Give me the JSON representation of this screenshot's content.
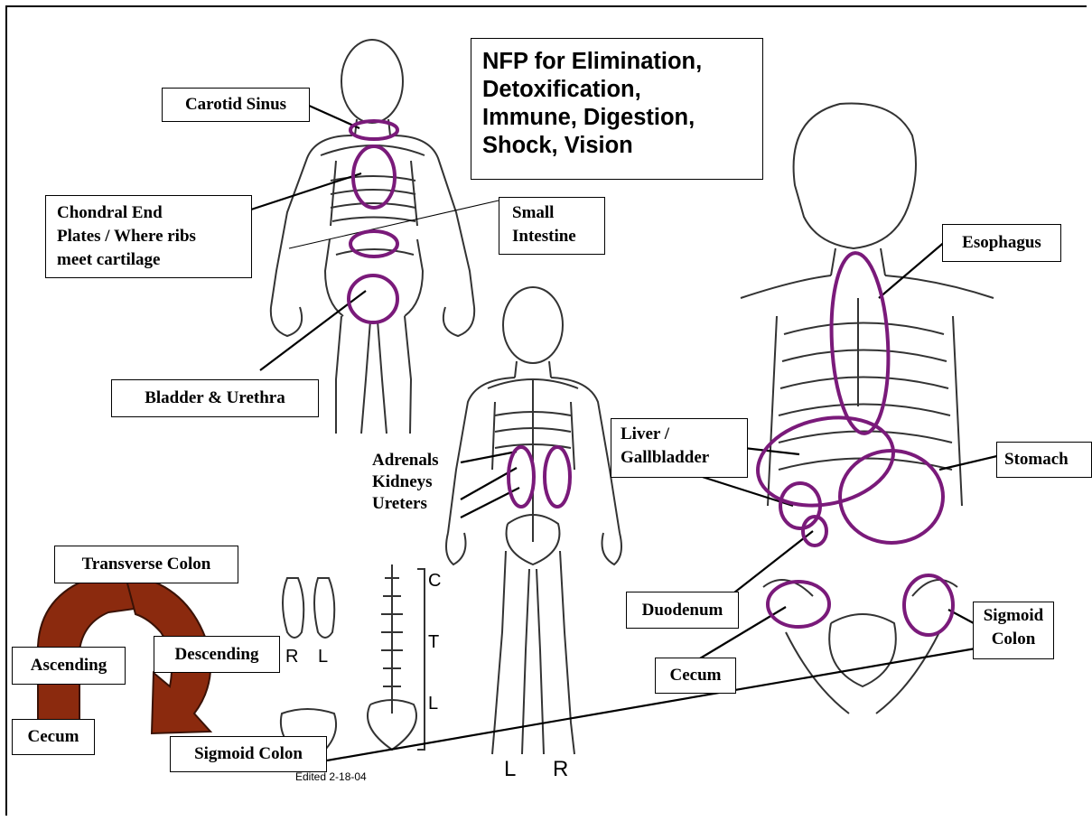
{
  "title": "NFP for Elimination,\nDetoxification,\nImmune, Digestion,\nShock, Vision",
  "labels": {
    "carotid_sinus": "Carotid Sinus",
    "chondral": "Chondral End\nPlates / Where ribs\nmeet cartilage",
    "small_intestine": "Small\nIntestine",
    "bladder": "Bladder & Urethra",
    "adrenals_group": "Adrenals\nKidneys\nUreters",
    "liver": "Liver /\nGallbladder",
    "esophagus": "Esophagus",
    "stomach": "Stomach",
    "duodenum": "Duodenum",
    "cecum_right": "Cecum",
    "sigmoid_right": "Sigmoid\nColon",
    "transverse": "Transverse Colon",
    "ascending": "Ascending",
    "descending": "Descending",
    "cecum_left": "Cecum",
    "sigmoid_bottom": "Sigmoid Colon"
  },
  "figure_marks": {
    "foot_right": "R",
    "foot_left": "L",
    "spine_c": "C",
    "spine_t": "T",
    "spine_l": "L",
    "back_left": "L",
    "back_right": "R",
    "edited": "Edited 2-18-04"
  },
  "colors": {
    "ring": "#7a1a7a",
    "colon_arrow": "#8b2a0e",
    "line": "#000000"
  }
}
